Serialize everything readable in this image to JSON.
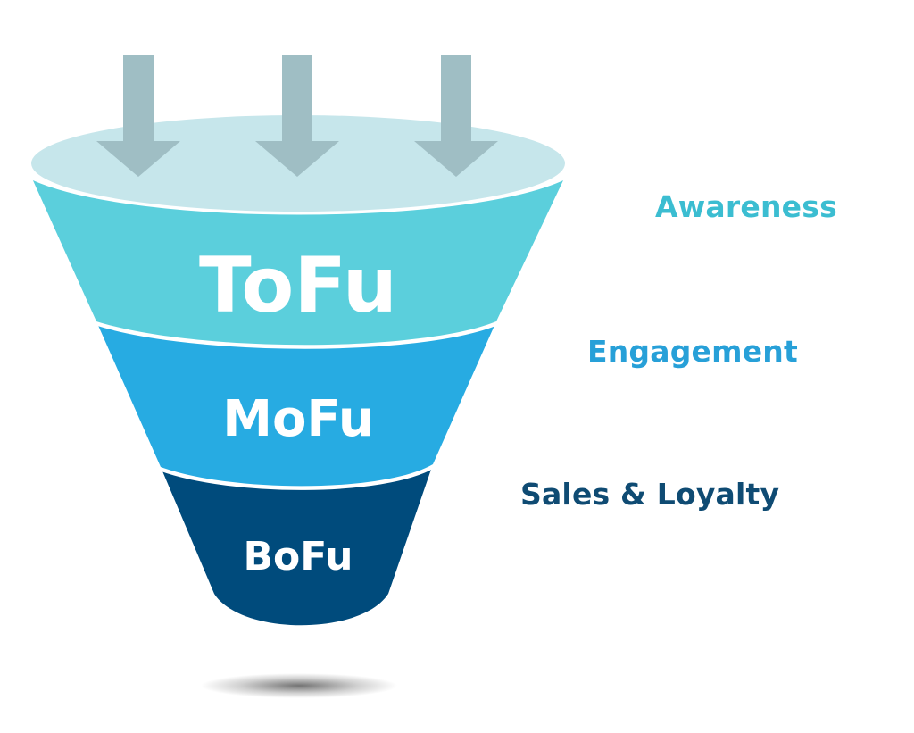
{
  "colors": {
    "top_ellipse": "#c6e6eb",
    "tofu": "#5bcfdc",
    "mofu": "#27abe2",
    "bofu": "#004b7c",
    "arrow": "#9fbec4",
    "separator": "#ffffff",
    "awareness_text": "#3bbdd1",
    "engagement_text": "#27a0d8",
    "sales_text": "#0f4b73"
  },
  "funnel": {
    "tofu": "ToFu",
    "mofu": "MoFu",
    "bofu": "BoFu"
  },
  "stages": {
    "awareness": "Awareness",
    "engagement": "Engagement",
    "sales_loyalty": "Sales & Loyalty"
  },
  "icons": [
    "arrow-down-icon",
    "arrow-down-icon",
    "arrow-down-icon"
  ]
}
